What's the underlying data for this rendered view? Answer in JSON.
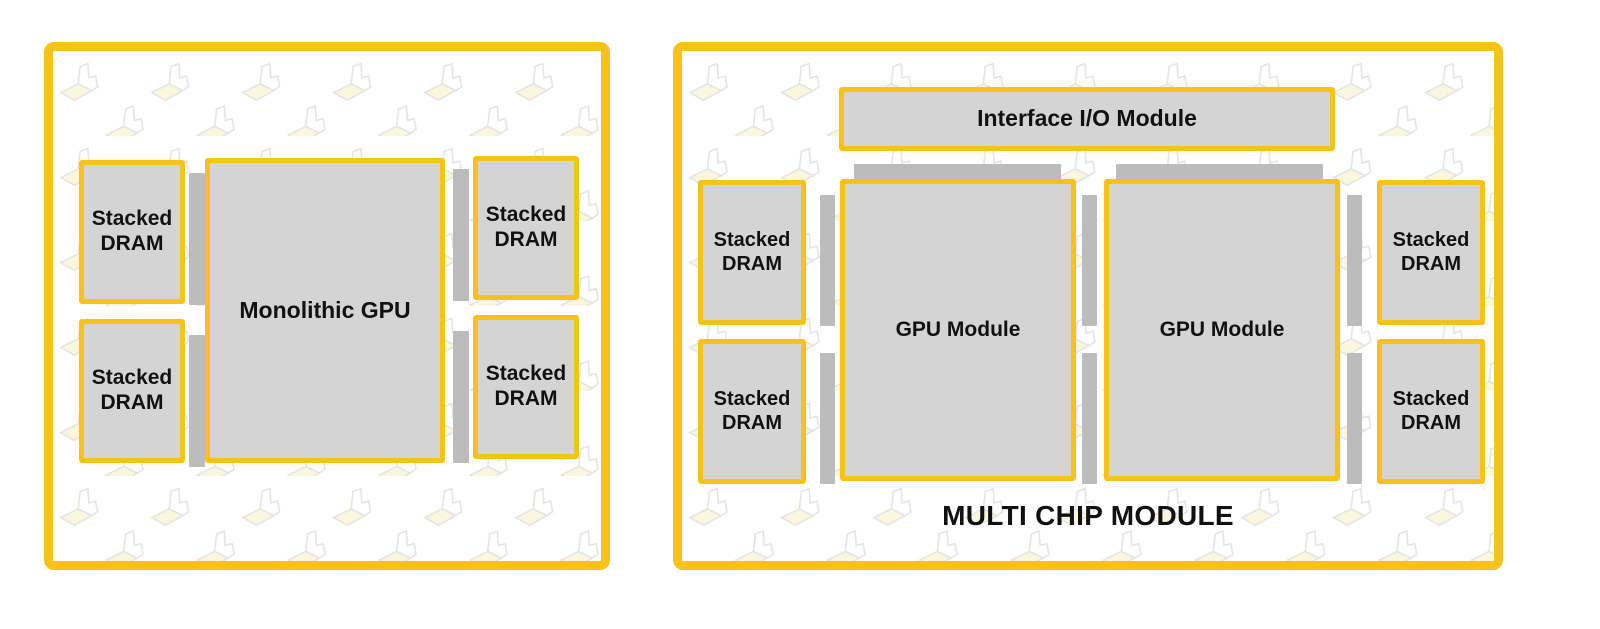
{
  "theme": {
    "frame_color": "#F7C21A",
    "block_fill": "#D4D4D4",
    "connector_fill": "#BCBCBC",
    "text_color": "#111111",
    "background": "#FFFFFF",
    "watermark_fill": "#FAF6DC",
    "watermark_stroke": "#E3E3E3"
  },
  "diagram": {
    "watermark_icon": "isometric-check-mark-icon",
    "panels": [
      {
        "id": "monolithic",
        "name": "monolithic-gpu-package",
        "caption": "",
        "blocks": [
          {
            "id": "mono-dram-tl",
            "name": "stacked-dram-top-left",
            "label": "Stacked DRAM"
          },
          {
            "id": "mono-dram-bl",
            "name": "stacked-dram-bottom-left",
            "label": "Stacked DRAM"
          },
          {
            "id": "mono-gpu",
            "name": "monolithic-gpu-die",
            "label": "Monolithic GPU"
          },
          {
            "id": "mono-dram-tr",
            "name": "stacked-dram-top-right",
            "label": "Stacked DRAM"
          },
          {
            "id": "mono-dram-br",
            "name": "stacked-dram-bottom-right",
            "label": "Stacked DRAM"
          }
        ]
      },
      {
        "id": "mcm",
        "name": "multi-chip-module-package",
        "caption": "MULTI CHIP MODULE",
        "blocks": [
          {
            "id": "mcm-io",
            "name": "interface-io-module",
            "label": "Interface I/O Module"
          },
          {
            "id": "mcm-dram-tl",
            "name": "stacked-dram-top-left",
            "label": "Stacked DRAM"
          },
          {
            "id": "mcm-dram-bl",
            "name": "stacked-dram-bottom-left",
            "label": "Stacked DRAM"
          },
          {
            "id": "mcm-gpu-left",
            "name": "gpu-module-left",
            "label": "GPU Module"
          },
          {
            "id": "mcm-gpu-right",
            "name": "gpu-module-right",
            "label": "GPU Module"
          },
          {
            "id": "mcm-dram-tr",
            "name": "stacked-dram-top-right",
            "label": "Stacked DRAM"
          },
          {
            "id": "mcm-dram-br",
            "name": "stacked-dram-bottom-right",
            "label": "Stacked DRAM"
          }
        ]
      }
    ],
    "labels": {
      "stacked_dram_line1": "Stacked",
      "stacked_dram_line2": "DRAM",
      "monolithic_gpu": "Monolithic GPU",
      "interface_io_module": "Interface I/O Module",
      "gpu_module": "GPU Module",
      "multi_chip_module": "MULTI CHIP MODULE"
    }
  }
}
